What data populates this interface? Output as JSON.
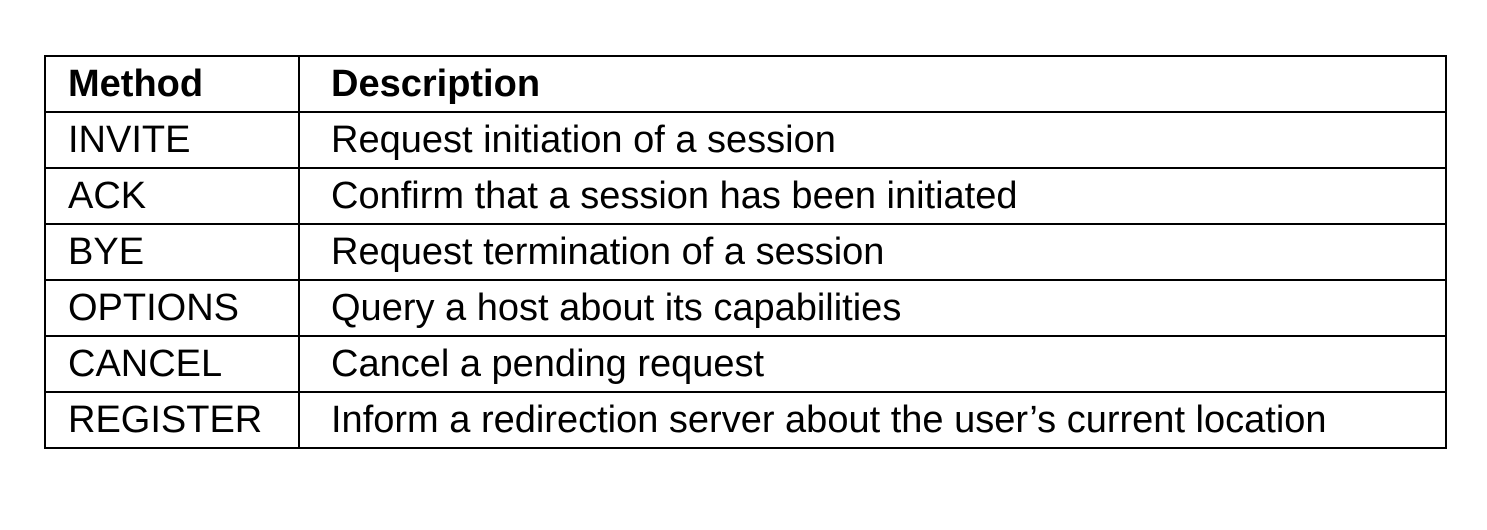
{
  "table": {
    "headers": {
      "method": "Method",
      "description": "Description"
    },
    "rows": [
      {
        "method": "INVITE",
        "description": "Request initiation of a session"
      },
      {
        "method": "ACK",
        "description": "Confirm that a session has been initiated"
      },
      {
        "method": "BYE",
        "description": "Request termination of a session"
      },
      {
        "method": "OPTIONS",
        "description": "Query a host about its capabilities"
      },
      {
        "method": "CANCEL",
        "description": "Cancel a pending request"
      },
      {
        "method": "REGISTER",
        "description": "Inform a redirection server about the user’s current location"
      }
    ]
  }
}
